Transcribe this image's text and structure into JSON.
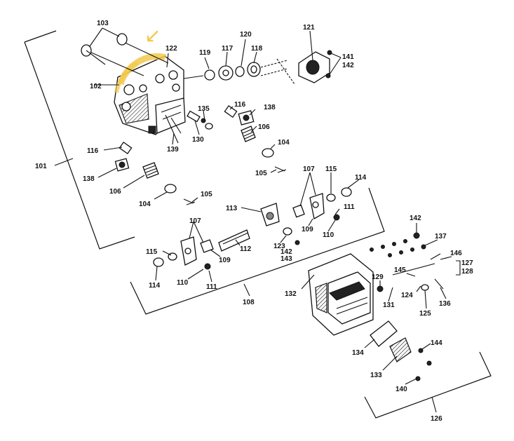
{
  "colors": {
    "ink": "#111111",
    "highlight": "#f2c94c",
    "paper": "#ffffff"
  },
  "annotation": {
    "arrow_glyph": "↙"
  },
  "labels": {
    "l101": "101",
    "l102": "102",
    "l103": "103",
    "l104a": "104",
    "l104b": "104",
    "l105a": "105",
    "l105b": "105",
    "l106a": "106",
    "l106b": "106",
    "l107a": "107",
    "l107b": "107",
    "l108": "108",
    "l109a": "109",
    "l109b": "109",
    "l110a": "110",
    "l110b": "110",
    "l111a": "111",
    "l111b": "111",
    "l112": "112",
    "l113": "113",
    "l114a": "114",
    "l114b": "114",
    "l115a": "115",
    "l115b": "115",
    "l116a": "116",
    "l116b": "116",
    "l117": "117",
    "l118": "118",
    "l119": "119",
    "l120": "120",
    "l121": "121",
    "l122": "122",
    "l123": "123",
    "l124": "124",
    "l125": "125",
    "l126": "126",
    "l127": "127",
    "l128": "128",
    "l129": "129",
    "l130": "130",
    "l131": "131",
    "l132": "132",
    "l133": "133",
    "l134": "134",
    "l135": "135",
    "l136": "136",
    "l137": "137",
    "l138a": "138",
    "l138b": "138",
    "l139": "139",
    "l140": "140",
    "l141": "141",
    "l142a": "142",
    "l142b": "142",
    "l142c": "142",
    "l143": "143",
    "l144": "144",
    "l145": "145",
    "l146": "146"
  }
}
